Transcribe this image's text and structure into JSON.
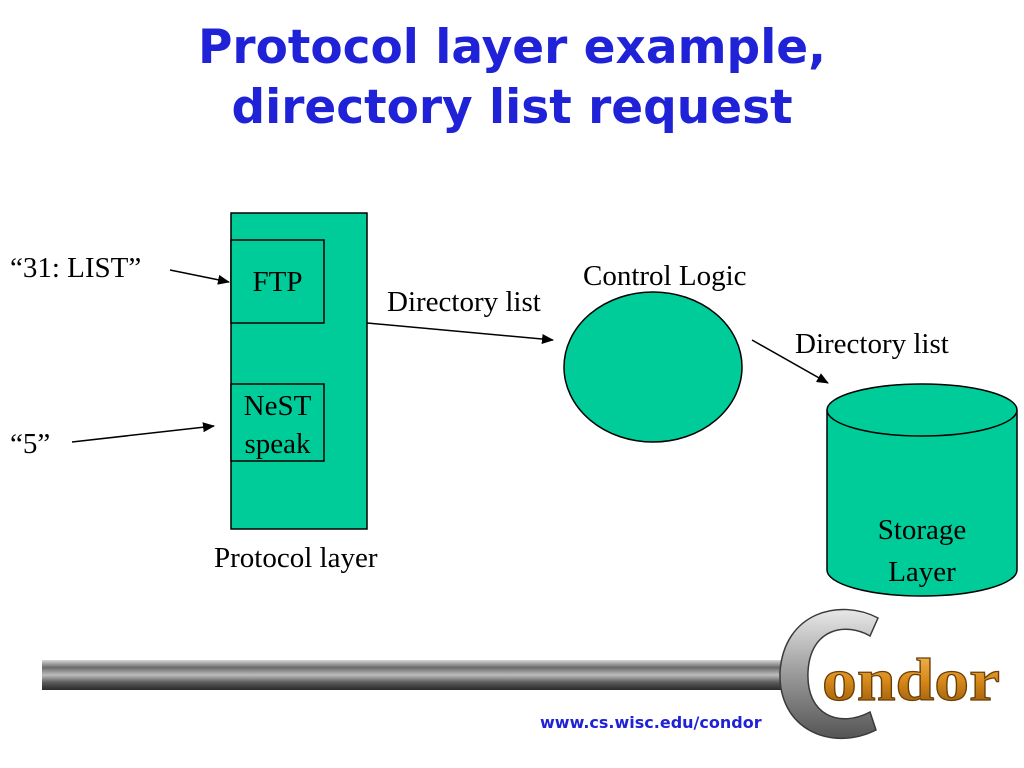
{
  "slide": {
    "title_line1": "Protocol layer example,",
    "title_line2": "directory list request"
  },
  "diagram": {
    "input_list": "“31: LIST”",
    "input_five": "“5”",
    "ftp_label": "FTP",
    "nest_line1": "NeST",
    "nest_line2": "speak",
    "protocol_layer_label": "Protocol layer",
    "directory_list_1": "Directory list",
    "control_logic_label": "Control Logic",
    "directory_list_2": "Directory list",
    "storage_line1": "Storage",
    "storage_line2": "Layer"
  },
  "footer": {
    "url": "www.cs.wisc.edu/condor",
    "logo_text": "Condor"
  },
  "colors": {
    "title": "#1f22d6",
    "shape_fill": "#00cc99",
    "stroke": "#000000",
    "logo_gold": "#d98a1a"
  }
}
